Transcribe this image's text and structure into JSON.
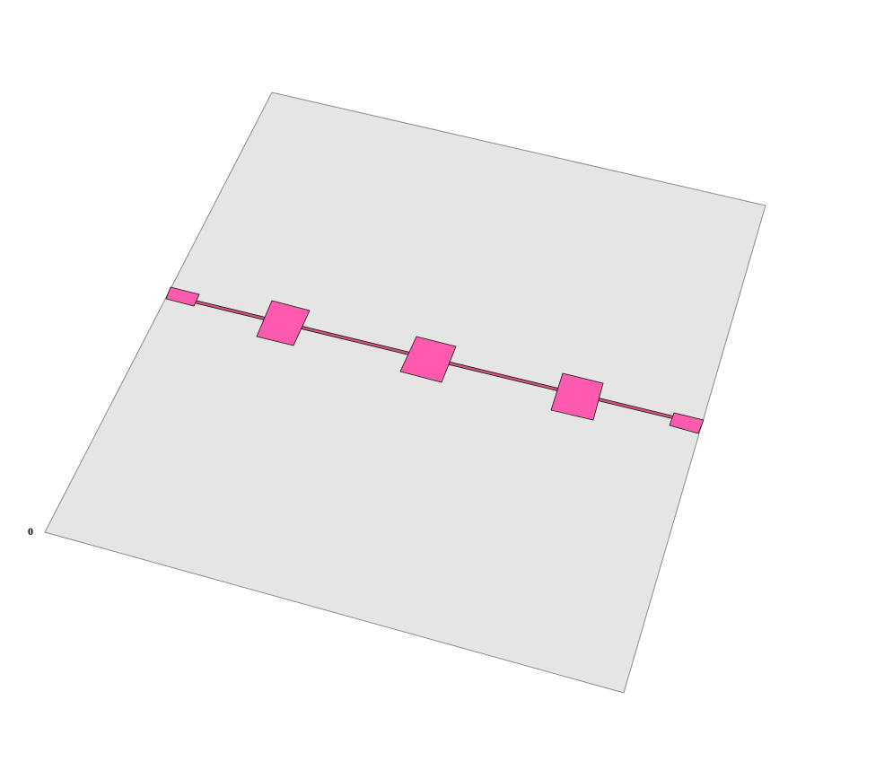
{
  "scene": {
    "origin_label": "0",
    "colors": {
      "background": "#ffffff",
      "substrate_fill": "#e5e5e5",
      "substrate_edge": "#8c8c8c",
      "pad_fill": "#ff5aad",
      "pad_edge": "#1a1a1a",
      "trace_fill": "#d0507f",
      "trace_edge": "#1a1a1a"
    },
    "components": [
      {
        "name": "substrate",
        "type": "dielectric-board"
      },
      {
        "name": "trace",
        "type": "microstrip-line"
      },
      {
        "name": "end-pad-left",
        "type": "port-pad"
      },
      {
        "name": "pad-1",
        "type": "square-pad"
      },
      {
        "name": "pad-2",
        "type": "square-pad"
      },
      {
        "name": "pad-3",
        "type": "square-pad"
      },
      {
        "name": "end-pad-right",
        "type": "port-pad"
      }
    ]
  }
}
